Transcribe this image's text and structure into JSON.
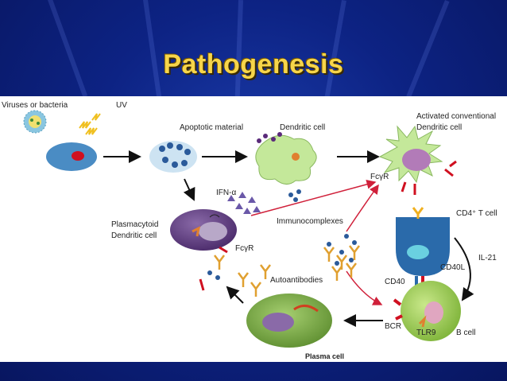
{
  "slide": {
    "title": "Pathogenesis"
  },
  "diagram": {
    "labels": {
      "viruses": "Viruses or bacteria",
      "uv": "UV",
      "apoptotic": "Apoptotic material",
      "dendritic": "Dendritic cell",
      "activated_line1": "Activated conventional",
      "activated_line2": "Dendritic cell",
      "fcyr_top": "FcγR",
      "ifn": "IFN-α",
      "plasmacytoid_line1": "Plasmacytoid",
      "plasmacytoid_line2": "Dendritic cell",
      "fcyr_left": "FcγR",
      "immunocomplexes": "Immunocomplexes",
      "autoantibodies": "Autoantibodies",
      "cd4": "CD4⁺ T cell",
      "il21": "IL-21",
      "cd40l": "CD40L",
      "cd40": "CD40",
      "bcr": "BCR",
      "tlr9": "TLR9",
      "bcell": "B cell",
      "plasma": "Plasma cell"
    }
  }
}
